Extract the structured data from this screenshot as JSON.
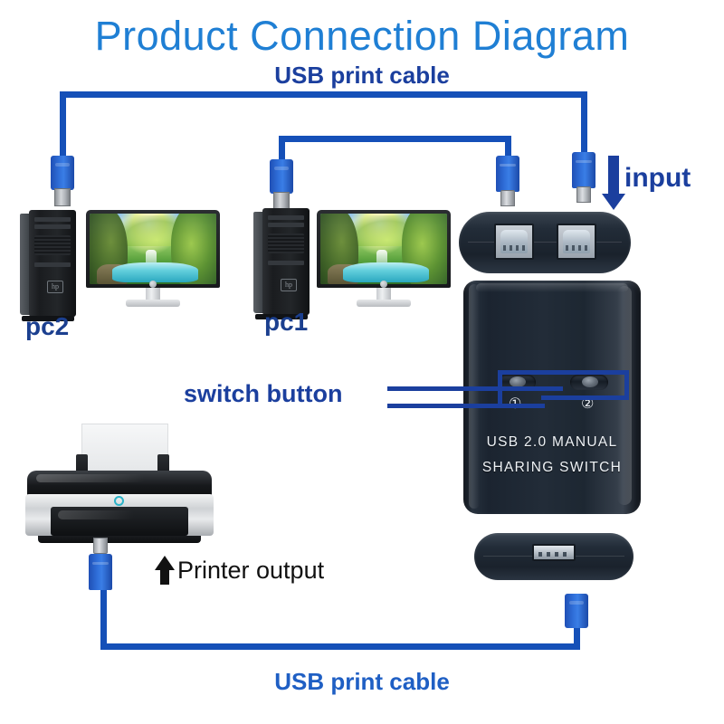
{
  "page": {
    "title": "Product Connection Diagram",
    "title_color": "#1f7fd4",
    "background": "#ffffff"
  },
  "labels": {
    "usb_cable_top": "USB print cable",
    "usb_cable_bottom": "USB print cable",
    "input": "input",
    "switch_button": "switch button",
    "printer_output": "Printer output",
    "pc1": "pc1",
    "pc2": "pc2",
    "label_color_navy": "#1b3f9e",
    "label_color_blue": "#1f5fc4",
    "printer_output_color": "#111111"
  },
  "device": {
    "name": "USB 2.0 Manual Sharing Switch",
    "brand_line_1": "USB 2.0 MANUAL",
    "brand_line_2": "SHARING SWITCH",
    "body_color": "#1d2732",
    "switch_buttons": [
      {
        "id": "sw1",
        "number": "①"
      },
      {
        "id": "sw2",
        "number": "②"
      }
    ],
    "input_ports": [
      {
        "type": "usb-b",
        "label": ""
      },
      {
        "type": "usb-b",
        "label": ""
      }
    ],
    "output_port": {
      "type": "usb-a",
      "label": ""
    }
  },
  "computers": [
    {
      "id": "pc2",
      "label": "pc2",
      "connector": "usb-a"
    },
    {
      "id": "pc1",
      "label": "pc1",
      "connector": "usb-a"
    }
  ],
  "printer": {
    "label": "Printer output",
    "connector": "usb-b"
  },
  "cables": {
    "color": "#1550b8",
    "count": 3,
    "items": [
      {
        "from": "pc2",
        "to": "switch-input-1",
        "label": "USB print cable"
      },
      {
        "from": "pc1",
        "to": "switch-input-2",
        "label": "USB print cable"
      },
      {
        "from": "printer",
        "to": "switch-output",
        "label": "USB print cable"
      }
    ]
  },
  "arrows": [
    {
      "name": "input-arrow",
      "direction": "down",
      "color": "#1b3f9e"
    },
    {
      "name": "printer-output-arrow",
      "direction": "up",
      "color": "#111111"
    }
  ]
}
